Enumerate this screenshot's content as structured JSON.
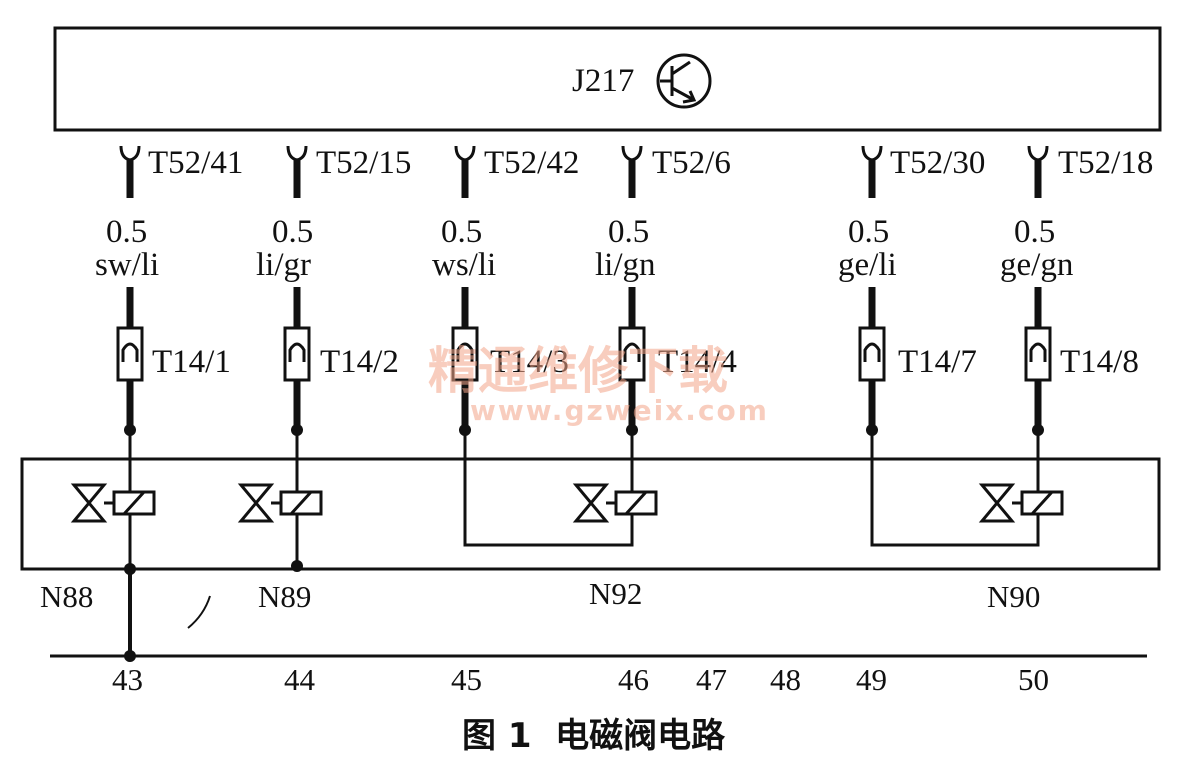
{
  "control_unit": {
    "label": "J217",
    "symbol": "transistor-icon"
  },
  "connectors": [
    {
      "pin": "T52/41",
      "gauge": "0.5",
      "color": "sw/li",
      "plug": "T14/1"
    },
    {
      "pin": "T52/15",
      "gauge": "0.5",
      "color": "li/gr",
      "plug": "T14/2"
    },
    {
      "pin": "T52/42",
      "gauge": "0.5",
      "color": "ws/li",
      "plug": "T14/3"
    },
    {
      "pin": "T52/6",
      "gauge": "0.5",
      "color": "li/gn",
      "plug": "T14/4"
    },
    {
      "pin": "T52/30",
      "gauge": "0.5",
      "color": "ge/li",
      "plug": "T14/7"
    },
    {
      "pin": "T52/18",
      "gauge": "0.5",
      "color": "ge/gn",
      "plug": "T14/8"
    }
  ],
  "valves": [
    "N88",
    "N89",
    "N92",
    "N90"
  ],
  "positions": [
    "43",
    "44",
    "45",
    "46",
    "47",
    "48",
    "49",
    "50"
  ],
  "caption": "图 1  电磁阀电路",
  "watermark": {
    "text": "精通维修下载",
    "url": "www.gzweix.com"
  }
}
